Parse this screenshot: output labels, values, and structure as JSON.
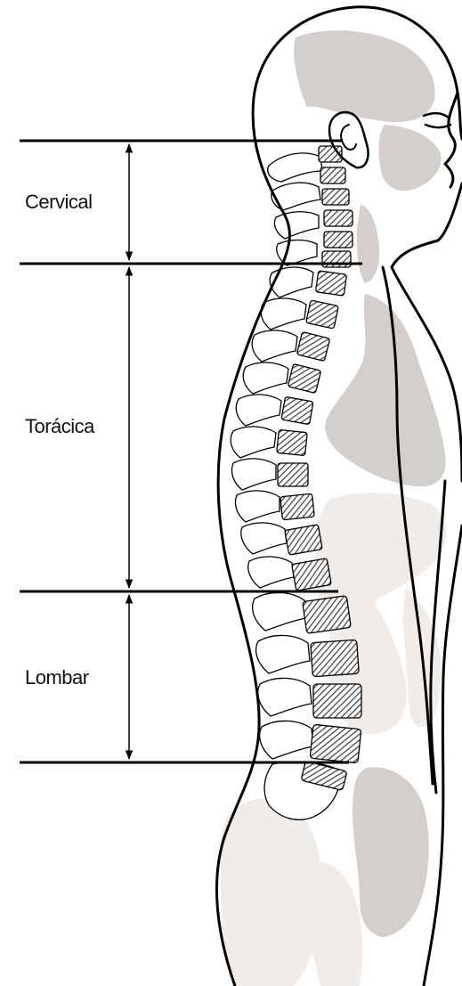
{
  "colors": {
    "outline": "#000000",
    "organ_gray": "#d4cecd",
    "organ_pink": "#f2ece8",
    "hatch": "#444444",
    "background": "#ffffff"
  },
  "spine_regions": [
    {
      "label": "Cervical"
    },
    {
      "label": "Torácica"
    },
    {
      "label": "Lombar"
    }
  ]
}
